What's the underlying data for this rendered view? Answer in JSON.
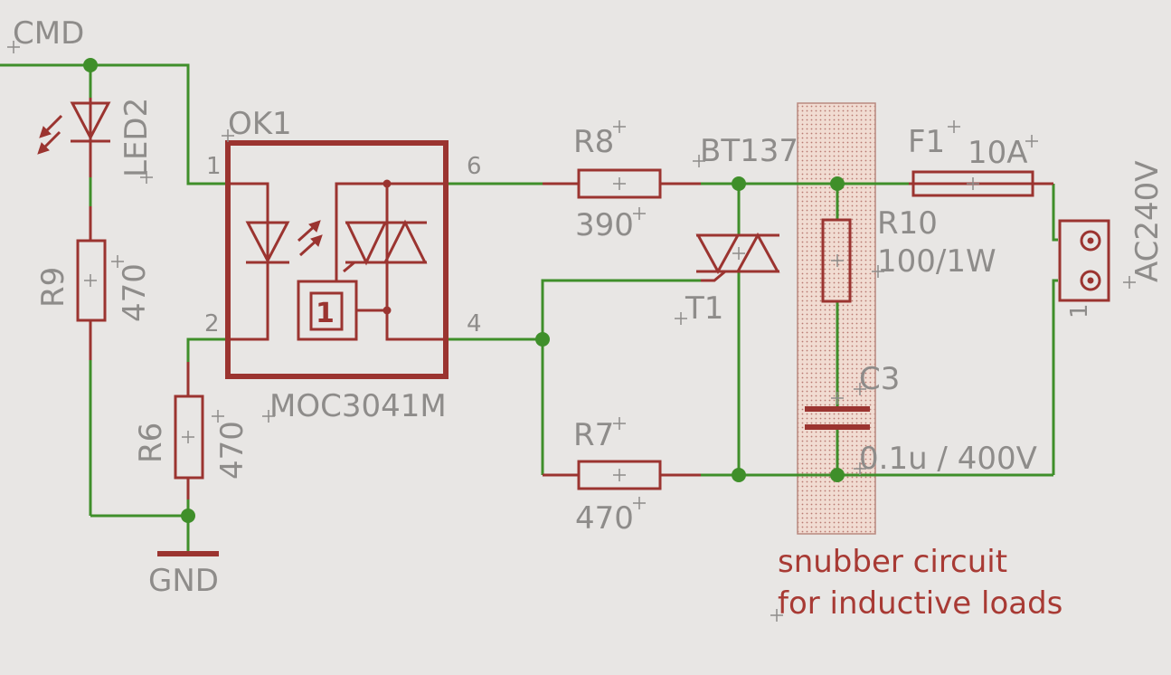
{
  "schematic": {
    "nets": {
      "cmd": "CMD",
      "gnd": "GND"
    },
    "led": {
      "name": "LED2"
    },
    "r9": {
      "name": "R9",
      "value": "470"
    },
    "r6": {
      "name": "R6",
      "value": "470"
    },
    "ok1": {
      "name": "OK1",
      "part": "MOC3041M",
      "pin1": "1",
      "pin2": "2",
      "pin4": "4",
      "pin6": "6",
      "zc_symbol": "1"
    },
    "r8": {
      "name": "R8",
      "value": "390"
    },
    "r7": {
      "name": "R7",
      "value": "470"
    },
    "triac": {
      "name": "T1",
      "part": "BT137"
    },
    "r10": {
      "name": "R10",
      "value": "100/1W"
    },
    "c3": {
      "name": "C3",
      "value": "0.1u / 400V"
    },
    "fuse": {
      "name": "F1",
      "value": "10A"
    },
    "connector": {
      "name": "AC240V",
      "pin1": "1"
    },
    "annotation": {
      "line1": "snubber circuit",
      "line2": "for inductive loads"
    },
    "colors": {
      "background": "#e8e6e4",
      "wire": "#3f8f2a",
      "symbol": "#9b3430",
      "label": "#8e8c8a",
      "note": "#a83a34",
      "snubber_highlight": "#f3d9cf"
    }
  }
}
